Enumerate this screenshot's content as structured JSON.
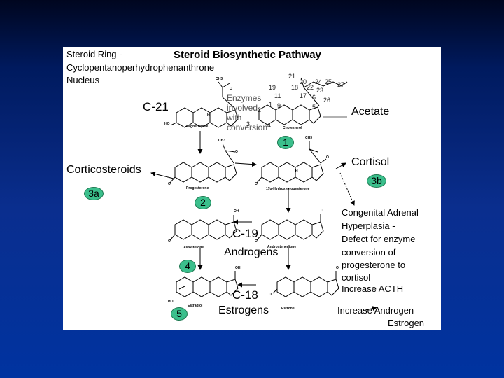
{
  "title": "Steroid Biosynthetic Pathway",
  "nucleus_label": {
    "line1": "Steroid Ring -",
    "line2": "Cyclopentanoperhydrophenanthrone",
    "line3": "Nucleus"
  },
  "c21_label": "C-21",
  "enzymes_note": {
    "line1": "Enzymes",
    "line2": "involved",
    "line3": "with",
    "line4": "conversion"
  },
  "acetate_label": "Acetate",
  "cortisol_label": "Cortisol",
  "corticosteroids_label": "Corticosteroids",
  "c19_label": "C-19",
  "androgens_label": "Androgens",
  "c18_label": "C-18",
  "estrogens_label": "Estrogens",
  "cah_note": {
    "line1": "Congenital Adrenal",
    "line2": "Hyperplasia -",
    "line3": "Defect for enzyme",
    "line4": "conversion of",
    "line5": "progesterone to",
    "line6": "cortisol",
    "line7": "Increase ACTH"
  },
  "increase_androgen": "Increase Androgen",
  "estrogen_label": "Estrogen",
  "badges": {
    "b1": "1",
    "b2": "2",
    "b3a": "3a",
    "b3b": "3b",
    "b4": "4",
    "b5": "5"
  },
  "compounds": {
    "pregnenolone": "Pregnenolone",
    "cholesterol": "Cholesterol",
    "progesterone": "Progesterone",
    "hydroxyprogesterone": "17α-Hydroxyprogesterone",
    "testosterone": "Testosterone",
    "androstenedione": "Androstenedione",
    "estradiol": "Estradiol",
    "estrone": "Estrone"
  },
  "atom_labels": {
    "ho": "HO",
    "o": "O",
    "oh": "OH",
    "h": "H",
    "ch3": "CH3"
  },
  "carbon_numbers": {
    "n21": "21",
    "n20": "20",
    "n24": "24",
    "n25": "25",
    "n27": "27",
    "n19": "19",
    "n18": "18",
    "n22": "22",
    "n23": "23",
    "n11": "11",
    "n17": "17",
    "n6": "6",
    "n26": "26",
    "n1": "1",
    "n9": "9",
    "n5": "5",
    "n2": "2",
    "n3": "3",
    "n4": "4"
  }
}
